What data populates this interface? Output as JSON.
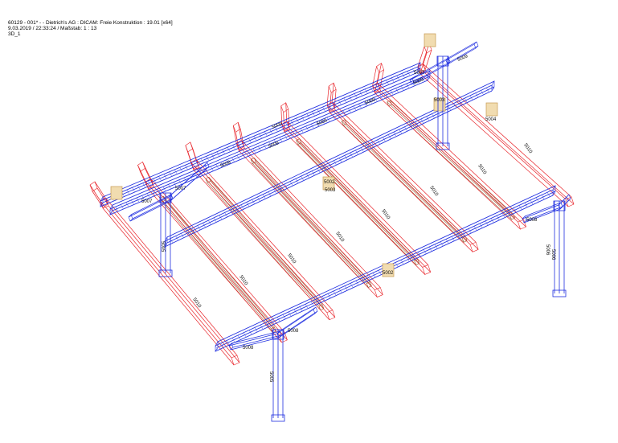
{
  "header": {
    "line1": "60129 - 001* - - Dietrich's AG : DICAM: Freie Konstruktion : 19.01 [x64]",
    "line2": "9.03.2019 / 22:33:24 / Maßstab: 1 : 13",
    "line3": "3D_1"
  },
  "colors": {
    "rafter": "#e8242a",
    "beam": "#1f2ee0",
    "strut": "#8a5a32",
    "plate": "#c79a52",
    "label": "#111111"
  },
  "labels": {
    "rafter_top": [
      "5009",
      "5009",
      "5009",
      "5009",
      "5009",
      "5009",
      "5009"
    ],
    "rafter_side": [
      "5010",
      "5010",
      "5010",
      "5010",
      "5010",
      "5010",
      "5010",
      "5010"
    ],
    "posts": [
      "5005",
      "5006",
      "5006",
      "5005"
    ],
    "braces": [
      "5007",
      "5007",
      "5007",
      "5008",
      "5008",
      "5008"
    ],
    "connectors": [
      "5003",
      "5004",
      "5002",
      "5003",
      "5002"
    ]
  }
}
